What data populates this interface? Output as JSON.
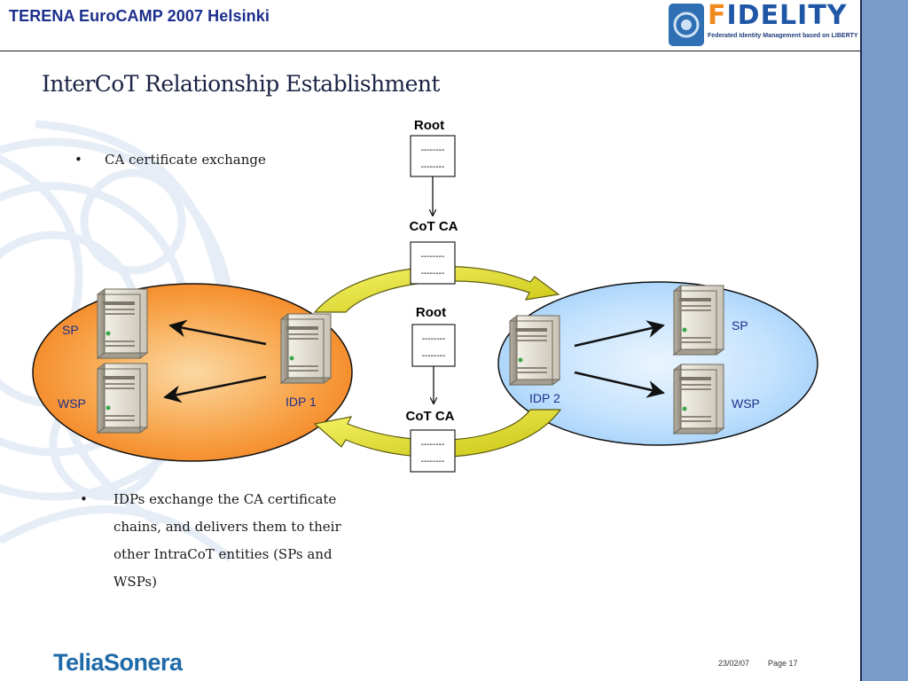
{
  "header": {
    "title": "TERENA EuroCAMP 2007 Helsinki",
    "logo_word": "FIDELITY",
    "logo_tagline": "Federated Identity Management based on LIBERTY"
  },
  "slide": {
    "title": "InterCoT Relationship Establishment",
    "bullets": [
      "CA certificate exchange",
      "IDPs exchange the CA certificate chains, and delivers them to their other IntraCoT entities (SPs and WSPs)"
    ]
  },
  "diagram": {
    "top_root_label": "Root",
    "top_cot_ca_label": "CoT CA",
    "mid_root_label": "Root",
    "bottom_cot_ca_label": "CoT CA",
    "cert_line": "--------",
    "left_domain": {
      "sp": "SP",
      "wsp": "WSP",
      "idp": "IDP 1",
      "color": "#f58a1f"
    },
    "right_domain": {
      "sp": "SP",
      "wsp": "WSP",
      "idp": "IDP 2",
      "color": "#a9d3fb"
    },
    "exchange_arrow_color": "#d8dc1c"
  },
  "footer": {
    "brand": "TeliaSonera",
    "date": "23/02/07",
    "page": "Page 17"
  }
}
